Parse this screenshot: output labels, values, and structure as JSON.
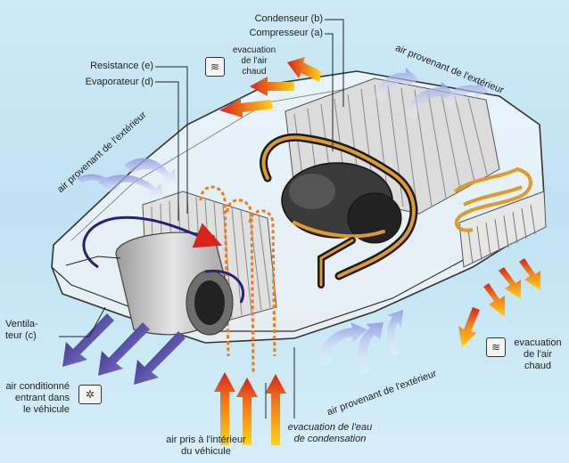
{
  "labels": {
    "condenseur": "Condenseur (b)",
    "compresseur": "Compresseur (a)",
    "resistance": "Resistance (e)",
    "evaporateur": "Evaporateur (d)",
    "evac_top_1": "evacuation",
    "evac_top_2": "de l'air",
    "evac_top_3": "chaud",
    "air_ext_top_right": "air provenant de l'extérieur",
    "air_ext_left": "air provenant de l'extérieur",
    "ventilateur_1": "Ventila-",
    "ventilateur_2": "teur (c)",
    "air_cond_1": "air conditionné",
    "air_cond_2": "entrant dans",
    "air_cond_3": "le véhicule",
    "evac_right_1": "evacuation",
    "evac_right_2": "de l'air",
    "evac_right_3": "chaud",
    "air_ext_bottom": "air provenant de l'extérieur",
    "evac_eau_1": "evacuation de l'eau",
    "evac_eau_2": "de condensation",
    "air_pris_1": "air pris à l'intérieur",
    "air_pris_2": "du véhicule"
  },
  "icons": {
    "heat": "heat-waves-icon",
    "fan": "fan-airflow-icon"
  },
  "colors": {
    "background": "#cfe9f6",
    "hot_arrow": "#e8431e",
    "cold_arrow": "#5a4fb0",
    "ambient_arrow": "#c9d0f2",
    "copper": "#e09a2a"
  }
}
